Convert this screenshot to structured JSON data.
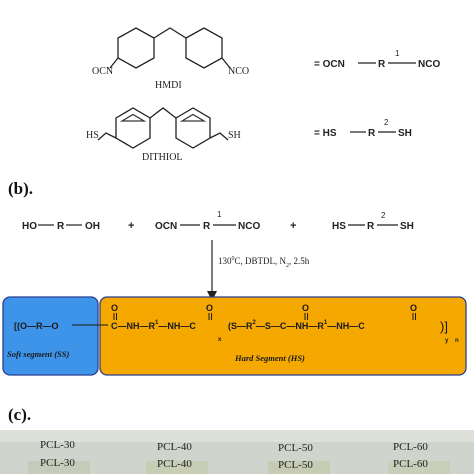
{
  "top_structures": {
    "hmdi": {
      "name": "HMDI",
      "left_group": "OCN",
      "right_group": "NCO",
      "equiv": "= OCN",
      "equiv_r": "R",
      "equiv_r_index": "1",
      "equiv_end": "NCO"
    },
    "dithiol": {
      "name": "DITHIOL",
      "left_group": "HS",
      "right_group": "SH",
      "equiv": "= HS",
      "equiv_r": "R",
      "equiv_r_index": "2",
      "equiv_end": "SH"
    }
  },
  "section_b": {
    "label": "(b).",
    "reactant1": {
      "left": "HO",
      "r": "R",
      "right": "OH"
    },
    "plus1": "+",
    "reactant2": {
      "left": "OCN",
      "r": "R",
      "r_index": "1",
      "right": "NCO"
    },
    "plus2": "+",
    "reactant3": {
      "left": "HS",
      "r": "R",
      "r_index": "2",
      "right": "SH"
    },
    "conditions": {
      "temp": "130",
      "temp_sup": "0",
      "temp_unit": "C, DBTDL, N",
      "n2_sub": "2",
      "time": ", 2.5h"
    },
    "product_chain": {
      "soft": "[(O—R—O",
      "urethane1": "C—NH—R",
      "urethane1_sup": "1",
      "urethane1_end": "—NH—C",
      "x_sub": "x",
      "thio": "(S—R",
      "thio_sup": "2",
      "thio_end": "—S—C—NH—R",
      "thio_sup2": "1",
      "end": "—NH—C",
      "y_sub": "y",
      "n_sub": "n",
      "carbonyl": "O"
    },
    "soft_segment_label": "Soft segment (SS)",
    "hard_segment_label": "Hard Segment (HS)",
    "colors": {
      "soft_fill": "#3d94e8",
      "hard_fill": "#f5a800",
      "box_stroke": "#2a3f8f"
    }
  },
  "section_c": {
    "label": "(c).",
    "samples_row1": [
      "PCL-30",
      "PCL-40",
      "PCL-50",
      "PCL-60"
    ],
    "samples_row2": [
      "PCL-30",
      "PCL-40",
      "PCL-50",
      "PCL-60"
    ]
  }
}
